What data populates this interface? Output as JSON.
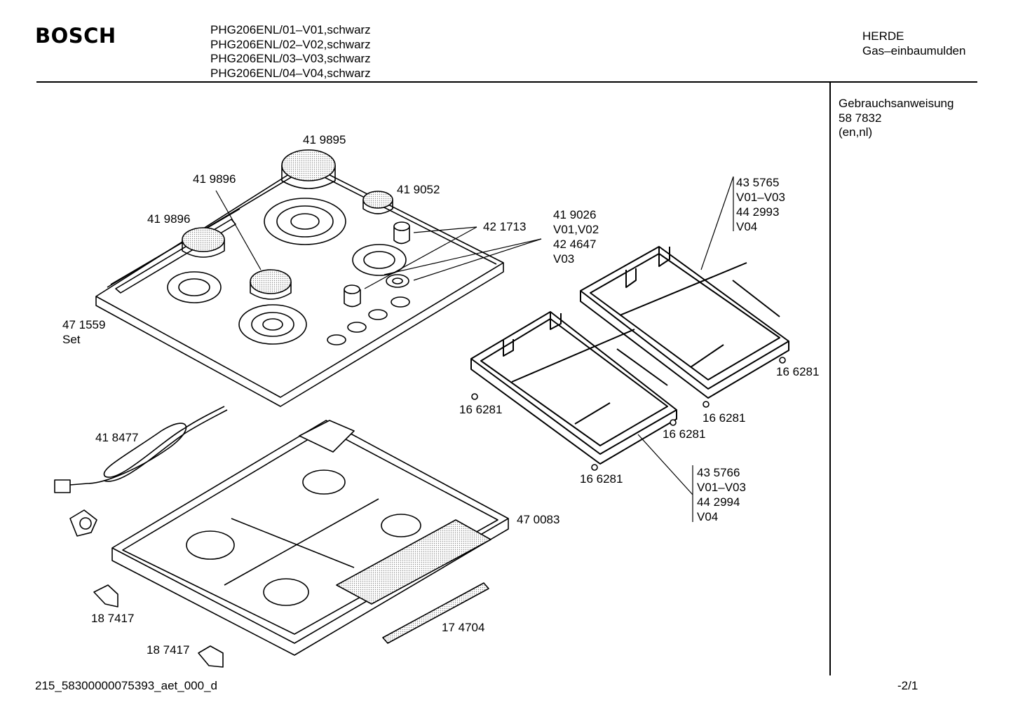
{
  "header": {
    "brand": "BOSCH",
    "models": [
      "PHG206ENL/01–V01,schwarz",
      "PHG206ENL/02–V02,schwarz",
      "PHG206ENL/03–V03,schwarz",
      "PHG206ENL/04–V04,schwarz"
    ],
    "category": "HERDE",
    "subcategory": "Gas–einbaumulden"
  },
  "sidebar": {
    "manual_title": "Gebrauchsanweisung",
    "manual_number": "58 7832",
    "manual_langs": "(en,nl)"
  },
  "parts": {
    "p419895": "41 9895",
    "p419896a": "41 9896",
    "p419896b": "41 9896",
    "p419052": "41 9052",
    "p421713": "42 1713",
    "p419026": "41 9026",
    "v0102": "V01,V02",
    "p424647": "42 4647",
    "v03": "V03",
    "p435765": "43 5765",
    "v0103a": "V01–V03",
    "p442993": "44 2993",
    "v04a": "V04",
    "p471559": "47 1559",
    "set": "Set",
    "p418477": "41 8477",
    "p166281a": "16 6281",
    "p166281b": "16 6281",
    "p166281c": "16 6281",
    "p166281d": "16 6281",
    "p166281e": "16 6281",
    "p435766": "43 5766",
    "v0103b": "V01–V03",
    "p442994": "44 2994",
    "v04b": "V04",
    "p470083": "47 0083",
    "p187417a": "18 7417",
    "p187417b": "18 7417",
    "p174704": "17 4704"
  },
  "footer": {
    "code": "215_58300000075393_aet_000_d",
    "page": "-2/1"
  }
}
